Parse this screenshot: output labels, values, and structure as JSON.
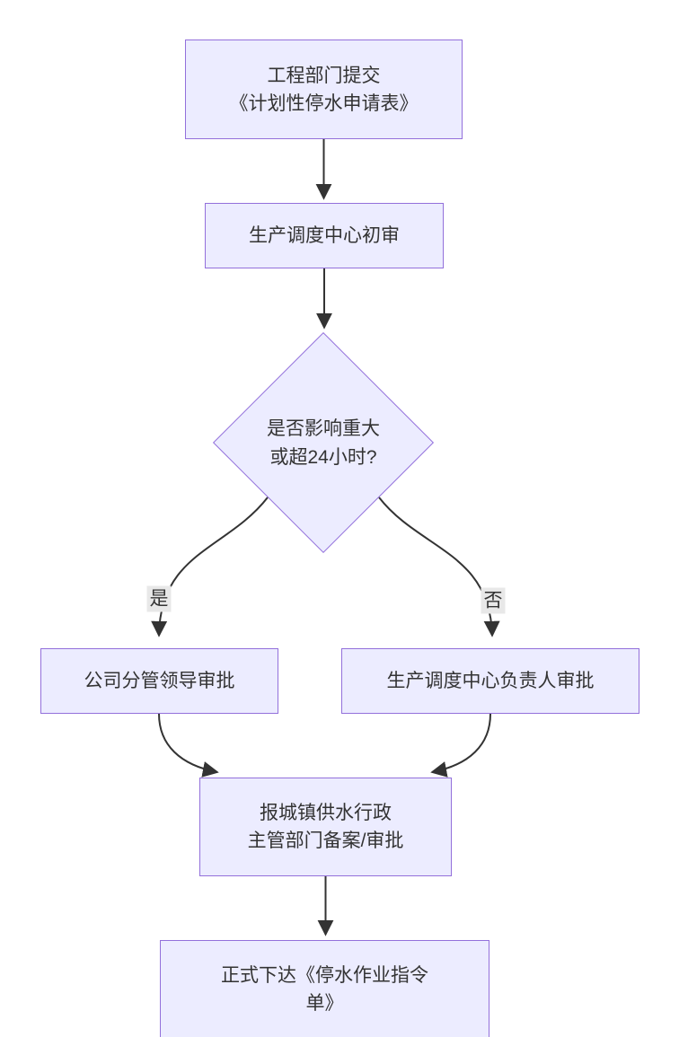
{
  "diagram": {
    "type": "flowchart",
    "direction": "top-down",
    "colors": {
      "node_fill": "#ECECFF",
      "node_border": "#9370DB",
      "edge": "#333333",
      "edge_label_bg": "#e8e8e8",
      "text": "#333333",
      "background": "#ffffff"
    },
    "nodes": {
      "submit": {
        "line1": "工程部门提交",
        "line2": "《计划性停水申请表》"
      },
      "initial_review": {
        "line1": "生产调度中心初审"
      },
      "decision": {
        "line1": "是否影响重大",
        "line2": "或超24小时?"
      },
      "leader_approval": {
        "line1": "公司分管领导审批"
      },
      "manager_approval": {
        "line1": "生产调度中心负责人审批"
      },
      "report": {
        "line1": "报城镇供水行政",
        "line2": "主管部门备案/审批"
      },
      "order": {
        "line1": "正式下达《停水作业指令",
        "line2": "单》"
      }
    },
    "edge_labels": {
      "yes": "是",
      "no": "否"
    }
  }
}
